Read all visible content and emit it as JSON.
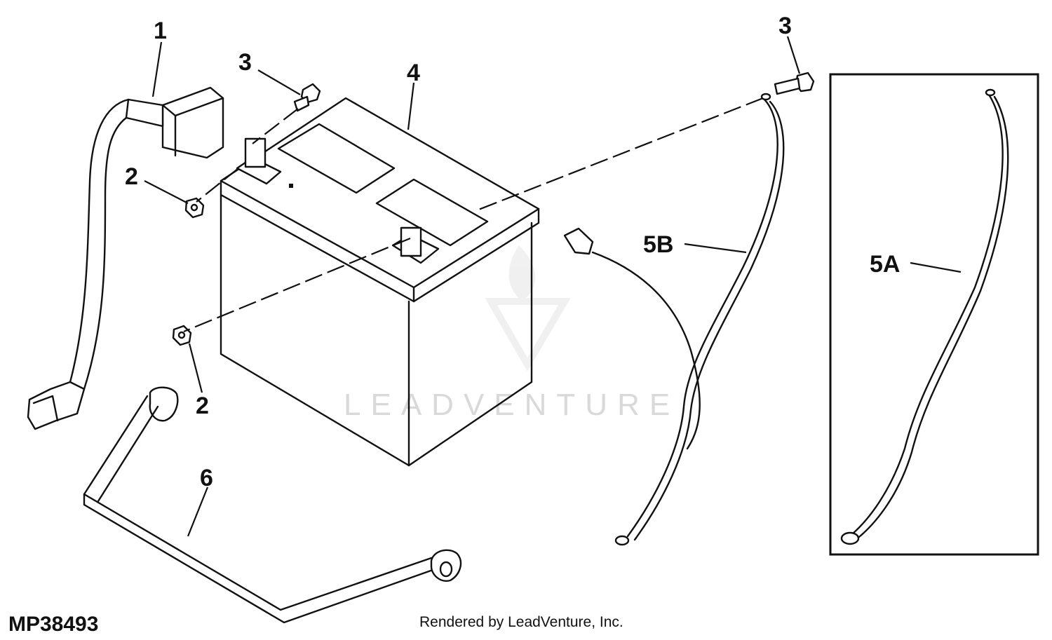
{
  "figure": {
    "id_label": "MP38493",
    "credit": "Rendered by LeadVenture, Inc.",
    "watermark": "LEADVENTURE"
  },
  "callouts": {
    "c1": "1",
    "c2_top": "2",
    "c2_bottom": "2",
    "c3_left": "3",
    "c3_right": "3",
    "c4": "4",
    "c5a": "5A",
    "c5b": "5B",
    "c6": "6"
  }
}
